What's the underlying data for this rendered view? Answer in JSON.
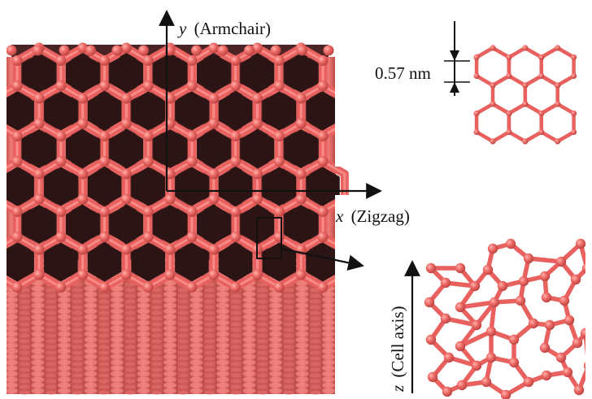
{
  "labels": {
    "y_axis_var": "y",
    "y_axis_name": "(Armchair)",
    "x_axis_var": "x",
    "x_axis_name": "(Zigzag)",
    "z_axis_var": "z",
    "z_axis_name": "(Cell axis)",
    "spacing": "0.57 nm"
  },
  "colors": {
    "atom": "#e8615f",
    "atom_dark": "#c84846",
    "shadow": "#3a1e1e",
    "ink": "#111111"
  }
}
